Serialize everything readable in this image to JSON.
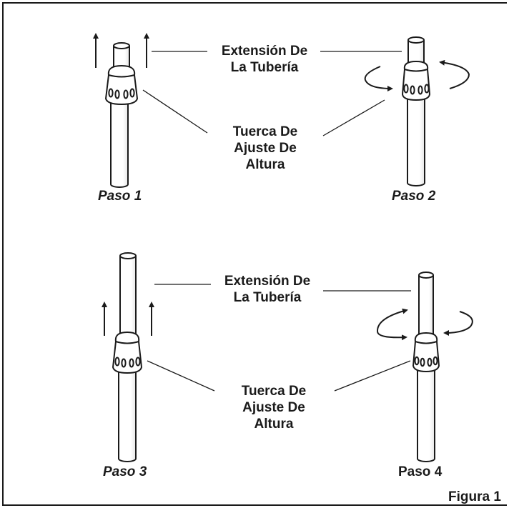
{
  "labels": {
    "extension_line1": "Extensión De",
    "extension_line2": "La Tubería",
    "nut_line1": "Tuerca De",
    "nut_line2": "Ajuste De",
    "nut_line3": "Altura"
  },
  "steps": [
    "Paso 1",
    "Paso 2",
    "Paso 3",
    "Paso 4"
  ],
  "figure_caption": "Figura 1",
  "colors": {
    "ink": "#1a1a1a",
    "tube_fill": "#ffffff",
    "background": "#ffffff"
  }
}
